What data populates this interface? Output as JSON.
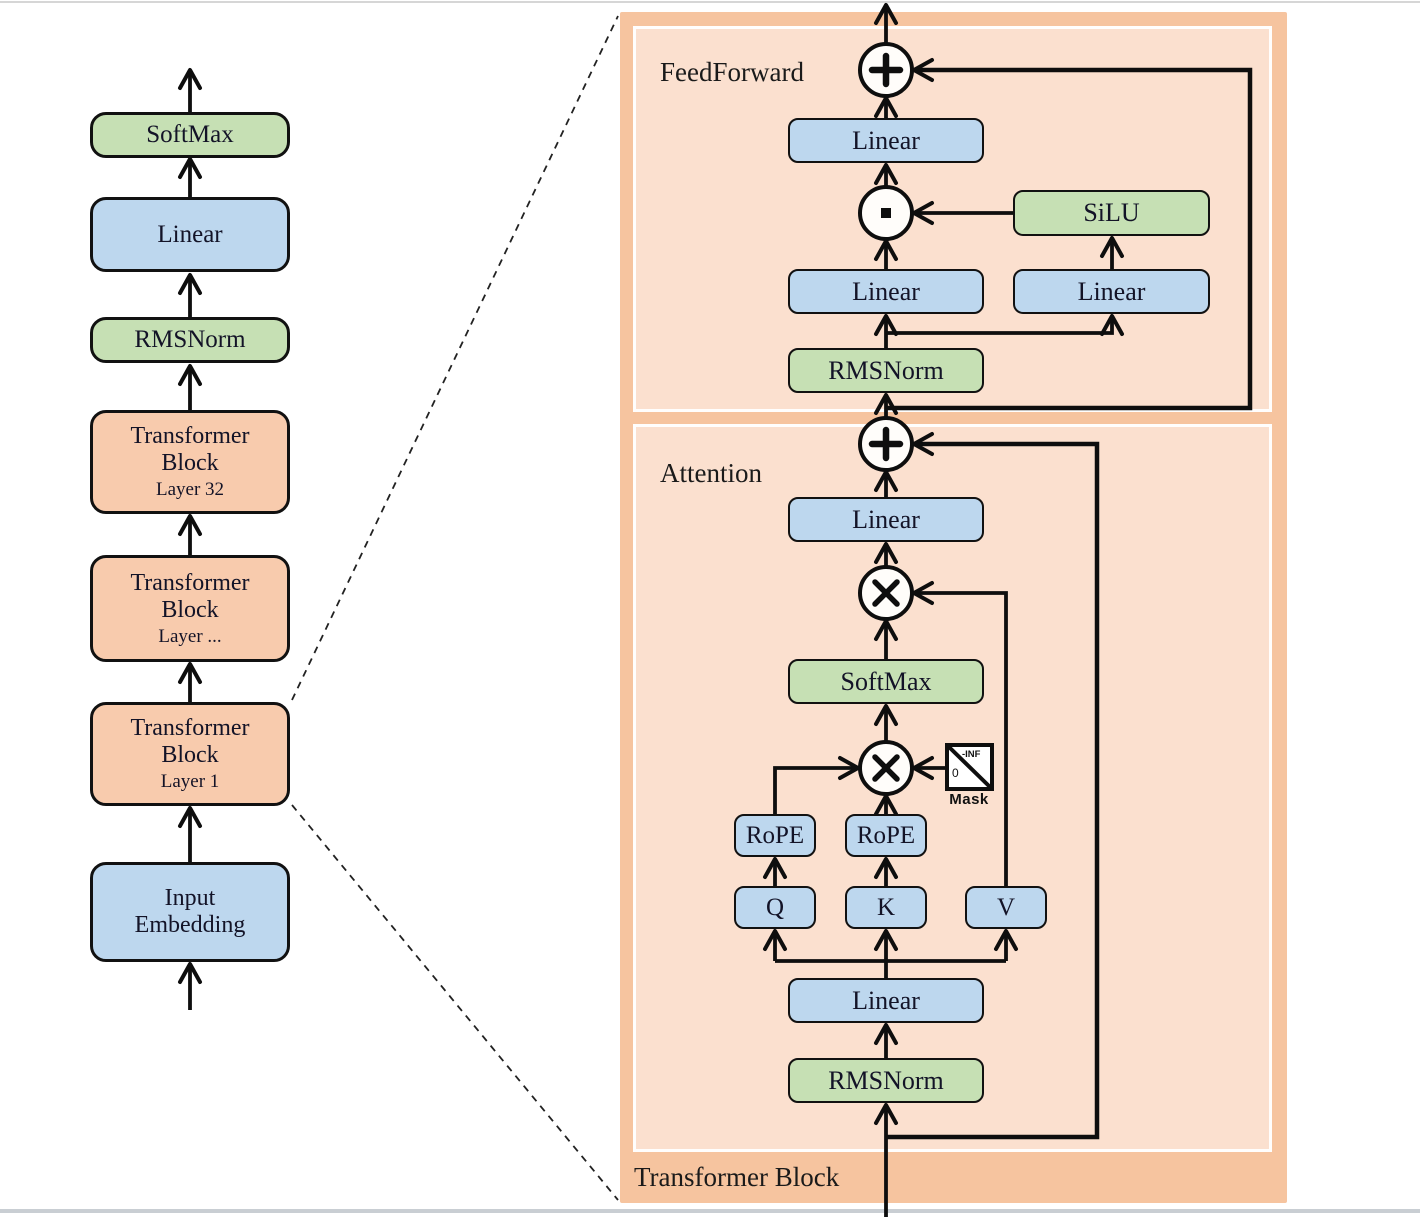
{
  "colors": {
    "blue": "#bdd7ee",
    "green": "#c6e0b4",
    "orange": "#f8cbad",
    "panel_outer": "#f6c49f",
    "panel_inner": "#fbe0cf",
    "line": "#0e0e0e",
    "text": "#131327"
  },
  "left_column": {
    "softmax": "SoftMax",
    "linear": "Linear",
    "rmsnorm": "RMSNorm",
    "tb_line1": "Transformer",
    "tb_line2": "Block",
    "tb32_layer": "Layer 32",
    "tbdots_layer": "Layer ...",
    "tb1_layer": "Layer 1",
    "input_line1": "Input",
    "input_line2": "Embedding"
  },
  "panel": {
    "title": "Transformer Block",
    "feedforward": {
      "label": "FeedForward",
      "linear_out": "Linear",
      "silu": "SiLU",
      "linear_gate": "Linear",
      "linear_up": "Linear",
      "rmsnorm": "RMSNorm"
    },
    "attention": {
      "label": "Attention",
      "linear_out": "Linear",
      "softmax": "SoftMax",
      "rope_q": "RoPE",
      "rope_k": "RoPE",
      "q": "Q",
      "k": "K",
      "v": "V",
      "linear_qkv": "Linear",
      "rmsnorm": "RMSNorm",
      "mask_label": "Mask",
      "mask_zero": "0",
      "mask_inf": "-INF"
    }
  }
}
